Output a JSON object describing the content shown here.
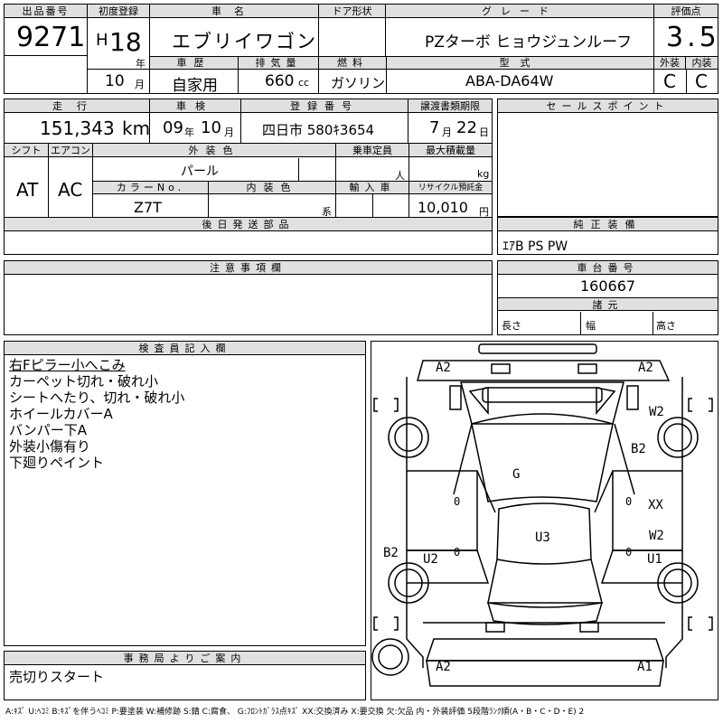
{
  "header": {
    "lot_number_label": "出品番号",
    "lot_number": "9271",
    "first_reg_label": "初度登録",
    "era_prefix": "H",
    "reg_year": "18",
    "year_unit": "年",
    "reg_month": "10",
    "month_unit": "月",
    "car_name_label": "車名",
    "car_name": "エブリイワゴン",
    "door_label": "ドア形状",
    "door_value": "",
    "grade_label": "グレード",
    "grade": "PZターボ ヒョウジュンルーフ",
    "score_label": "評価点",
    "score": "3.5",
    "history_label": "車歴",
    "history": "自家用",
    "displacement_label": "排気量",
    "displacement": "660",
    "displacement_unit": "cc",
    "fuel_label": "燃料",
    "fuel": "ガソリン",
    "model_label": "型式",
    "model": "ABA-DA64W",
    "exterior_label": "外装",
    "interior_label": "内装",
    "exterior_grade": "C",
    "interior_grade": "C"
  },
  "row2": {
    "mileage_label": "走行",
    "mileage": "151,343",
    "mileage_unit": "km",
    "inspection_label": "車検",
    "inspection_year": "09",
    "inspection_year_unit": "年",
    "inspection_month": "10",
    "inspection_month_unit": "月",
    "plate_label": "登録番号",
    "plate": "四日市 580ｷ3654",
    "transfer_label": "譲渡書類期限",
    "transfer_month": "7",
    "transfer_month_unit": "月",
    "transfer_day": "22",
    "transfer_day_unit": "日",
    "sales_point_label": "セールスポイント",
    "shift_label": "シフト",
    "shift": "AT",
    "ac_label": "エアコン",
    "ac": "AC",
    "ext_color_label": "外装色",
    "ext_color": "パール",
    "capacity_label": "乗車定員",
    "capacity_unit": "人",
    "max_load_label": "最大積載量",
    "max_load_unit": "kg",
    "color_no_label": "カラーNo.",
    "color_no": "Z7T",
    "int_color_label": "内装色",
    "int_color_unit": "系",
    "import_label": "輸入車",
    "recycle_label": "リサイクル預託金",
    "recycle_fee": "10,010",
    "recycle_unit": "円"
  },
  "parts": {
    "later_parts_label": "後日発送部品",
    "genuine_label": "純正装備",
    "genuine_equipment": "ｴｱB PS PW"
  },
  "notes": {
    "caution_label": "注意事項欄",
    "chassis_label": "車台番号",
    "chassis_number": "160667",
    "dims_label": "諸元",
    "length_label": "長さ",
    "width_label": "幅",
    "height_label": "高さ"
  },
  "inspector": {
    "label": "検査員記入欄",
    "lines": [
      "右Fピラー小へこみ",
      "カーペット切れ・破れ小",
      "シートへたり、切れ・破れ小",
      "ホイールカバーA",
      "バンパー下A",
      "外装小傷有り",
      "下廻りペイント"
    ]
  },
  "office": {
    "label": "事務局よりご案内",
    "message": "売切りスタート"
  },
  "diagram": {
    "marks": {
      "a2_top_left": "A2",
      "a2_top_right": "A2",
      "w2_right_top": "W2",
      "b2_right": "B2",
      "g_center": "G",
      "xx_right": "XX",
      "u3_center": "U3",
      "w2_right_mid": "W2",
      "b2_left": "B2",
      "u2_left": "U2",
      "u1_right": "U1",
      "a2_bottom_left": "A2",
      "a1_bottom_right": "A1"
    }
  },
  "footer": {
    "legend": "A:ｷｽﾞ U:ﾍｺﾐ B:ｷｽﾞを伴うﾍｺﾐ P:要塗装 W:補修跡 S:錆 C:腐食、 G:ﾌﾛﾝﾄｶﾞﾗｽ点ｷｽﾞ XX:交換済み X:要交換 欠:欠品 内・外装評価 5段階ﾗﾝｸ順(A・B・C・D・E) 2"
  }
}
